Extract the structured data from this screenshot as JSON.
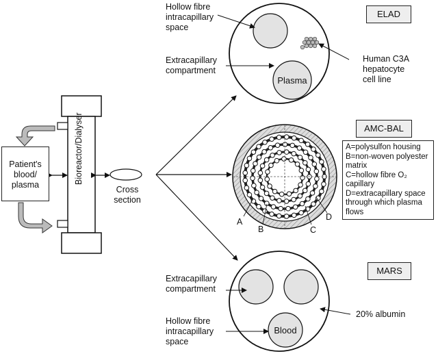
{
  "systems": {
    "elad": "ELAD",
    "amc_bal": "AMC-BAL",
    "mars": "MARS"
  },
  "elad": {
    "hollow_fibre_line1": "Hollow fibre",
    "hollow_fibre_line2": "intracapillary",
    "hollow_fibre_line3": "space",
    "extracap_line1": "Extracapillary",
    "extracap_line2": "compartment",
    "plasma": "Plasma",
    "cells_line1": "Human C3A",
    "cells_line2": "hepatocyte",
    "cells_line3": "cell line"
  },
  "amc": {
    "letters": [
      "A",
      "B",
      "C",
      "D"
    ],
    "legend": [
      "A=polysulfon housing",
      "B=non-woven polyester matrix",
      "C=hollow fibre O₂ capillary",
      "D=extracapillary space through which plasma flows"
    ]
  },
  "mars": {
    "extracap_line1": "Extracapillary",
    "extracap_line2": "compartment",
    "hollow_fibre_line1": "Hollow fibre",
    "hollow_fibre_line2": "intracapillary",
    "hollow_fibre_line3": "space",
    "blood": "Blood",
    "albumin": "20% albumin"
  },
  "left": {
    "patient_line1": "Patient's",
    "patient_line2": "blood/",
    "patient_line3": "plasma",
    "device": "Bioreactor/Dialyser",
    "cross_line1": "Cross",
    "cross_line2": "section"
  }
}
